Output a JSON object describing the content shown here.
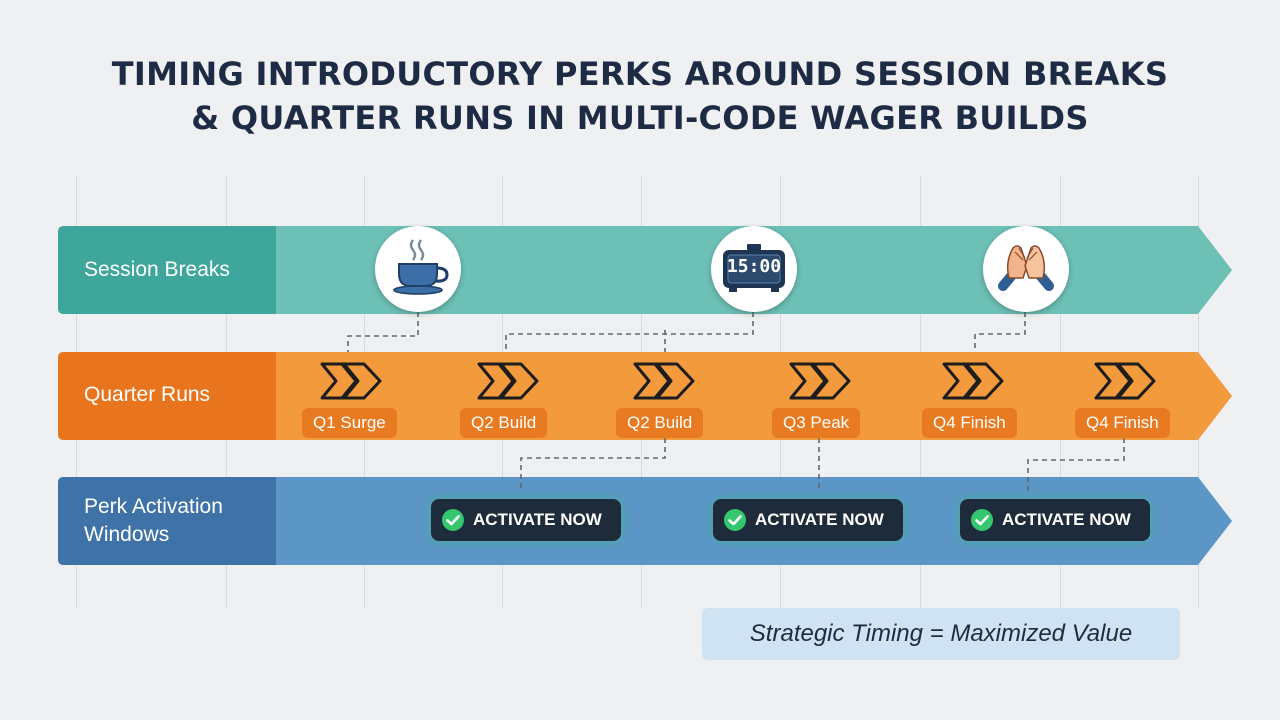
{
  "title": {
    "line1": "TIMING INTRODUCTORY PERKS AROUND SESSION BREAKS",
    "line2": "& QUARTER RUNS IN MULTI-CODE WAGER BUILDS"
  },
  "bands": {
    "session": {
      "label": "Session Breaks",
      "color": "#6cc0b6",
      "accent": "#3fa69b"
    },
    "quarter": {
      "label": "Quarter Runs",
      "color": "#f39a3c",
      "accent": "#e8751d"
    },
    "perk": {
      "label_line1": "Perk Activation",
      "label_line2": "Windows",
      "color": "#5c96c7",
      "accent": "#3f72a6"
    }
  },
  "session_nodes": [
    {
      "icon": "coffee-cup-icon"
    },
    {
      "icon": "digital-clock-icon",
      "clock_text": "15:00"
    },
    {
      "icon": "high-five-icon"
    }
  ],
  "quarter_items": [
    {
      "label": "Q1 Surge"
    },
    {
      "label": "Q2 Build"
    },
    {
      "label": "Q2 Build"
    },
    {
      "label": "Q3 Peak"
    },
    {
      "label": "Q4 Finish"
    },
    {
      "label": "Q4 Finish"
    }
  ],
  "activations": [
    {
      "label": "ACTIVATE NOW"
    },
    {
      "label": "ACTIVATE NOW"
    },
    {
      "label": "ACTIVATE NOW"
    }
  ],
  "footer": "Strategic Timing = Maximized Value"
}
